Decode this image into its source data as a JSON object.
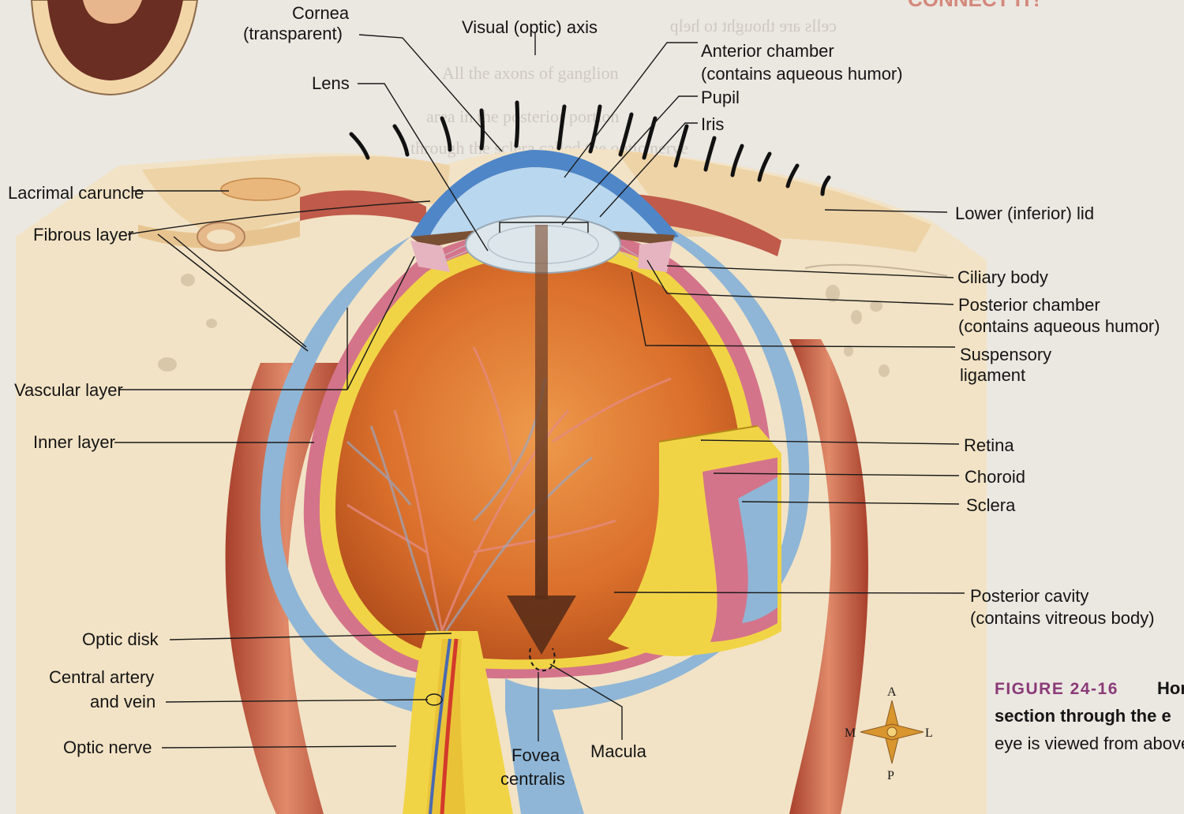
{
  "labels_left": {
    "lacrimal_caruncle": "Lacrimal caruncle",
    "fibrous_layer": "Fibrous layer",
    "vascular_layer": "Vascular layer",
    "inner_layer": "Inner layer",
    "optic_disk": "Optic disk",
    "central_artery_1": "Central artery",
    "central_artery_2": "and vein",
    "optic_nerve": "Optic nerve"
  },
  "labels_top": {
    "cornea_1": "Cornea",
    "cornea_2": "(transparent)",
    "lens": "Lens",
    "visual_axis": "Visual (optic) axis",
    "anterior_chamber_1": "Anterior chamber",
    "anterior_chamber_2": "(contains aqueous humor)",
    "pupil": "Pupil",
    "iris": "Iris"
  },
  "labels_right": {
    "lower_lid": "Lower (inferior) lid",
    "ciliary_body": "Ciliary body",
    "posterior_chamber_1": "Posterior chamber",
    "posterior_chamber_2": "(contains aqueous humor)",
    "suspensory_1": "Suspensory",
    "suspensory_2": "ligament",
    "retina": "Retina",
    "choroid": "Choroid",
    "sclera": "Sclera",
    "posterior_cavity_1": "Posterior cavity",
    "posterior_cavity_2": "(contains vitreous body)"
  },
  "labels_bottom": {
    "fovea_1": "Fovea",
    "fovea_2": "centralis",
    "macula": "Macula"
  },
  "compass": {
    "a": "A",
    "p": "P",
    "m": "M",
    "l": "L"
  },
  "caption": {
    "number": "FIGURE 24-16",
    "line1_tail": "Hor",
    "line2": "section through the e",
    "line3": "eye is viewed from above"
  },
  "bleed_through": {
    "header": "CONNECT IT!",
    "t1": "cells are thought to help",
    "t2": "All the axons of ganglion",
    "t3": "area in the posterior portion",
    "t4": "through the sclera called the optic nerve"
  },
  "colors": {
    "sclera_blue": "#8fb6d6",
    "choroid_pink": "#d4748a",
    "retina_yellow": "#f1d445",
    "vitreous_orange": "#d9702c",
    "muscle_red": "#c65a3e",
    "bone_beige": "#eed3a6"
  }
}
